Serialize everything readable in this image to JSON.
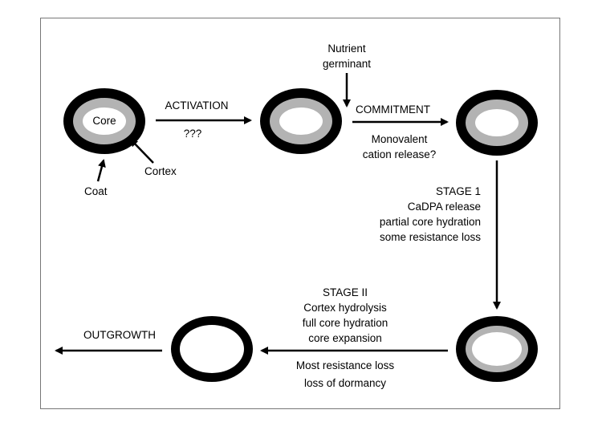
{
  "labels": {
    "core": "Core",
    "cortex": "Cortex",
    "coat": "Coat",
    "activation": "ACTIVATION",
    "activation_sub": "???",
    "nutrient": [
      "Nutrient",
      "germinant"
    ],
    "commitment": "COMMITMENT",
    "commitment_sub": [
      "Monovalent",
      "cation release?"
    ],
    "stage1": [
      "STAGE 1",
      "CaDPA release",
      "partial core hydration",
      "some resistance loss"
    ],
    "stage2": [
      "STAGE II",
      "Cortex hydrolysis",
      "full core hydration",
      "core expansion"
    ],
    "stage2_after": [
      "Most resistance loss",
      "loss of dormancy"
    ],
    "outgrowth": "OUTGROWTH"
  },
  "colors": {
    "coat": "#000000",
    "cortex": "#b3b3b3",
    "core": "#ffffff",
    "frame": "#777777"
  }
}
